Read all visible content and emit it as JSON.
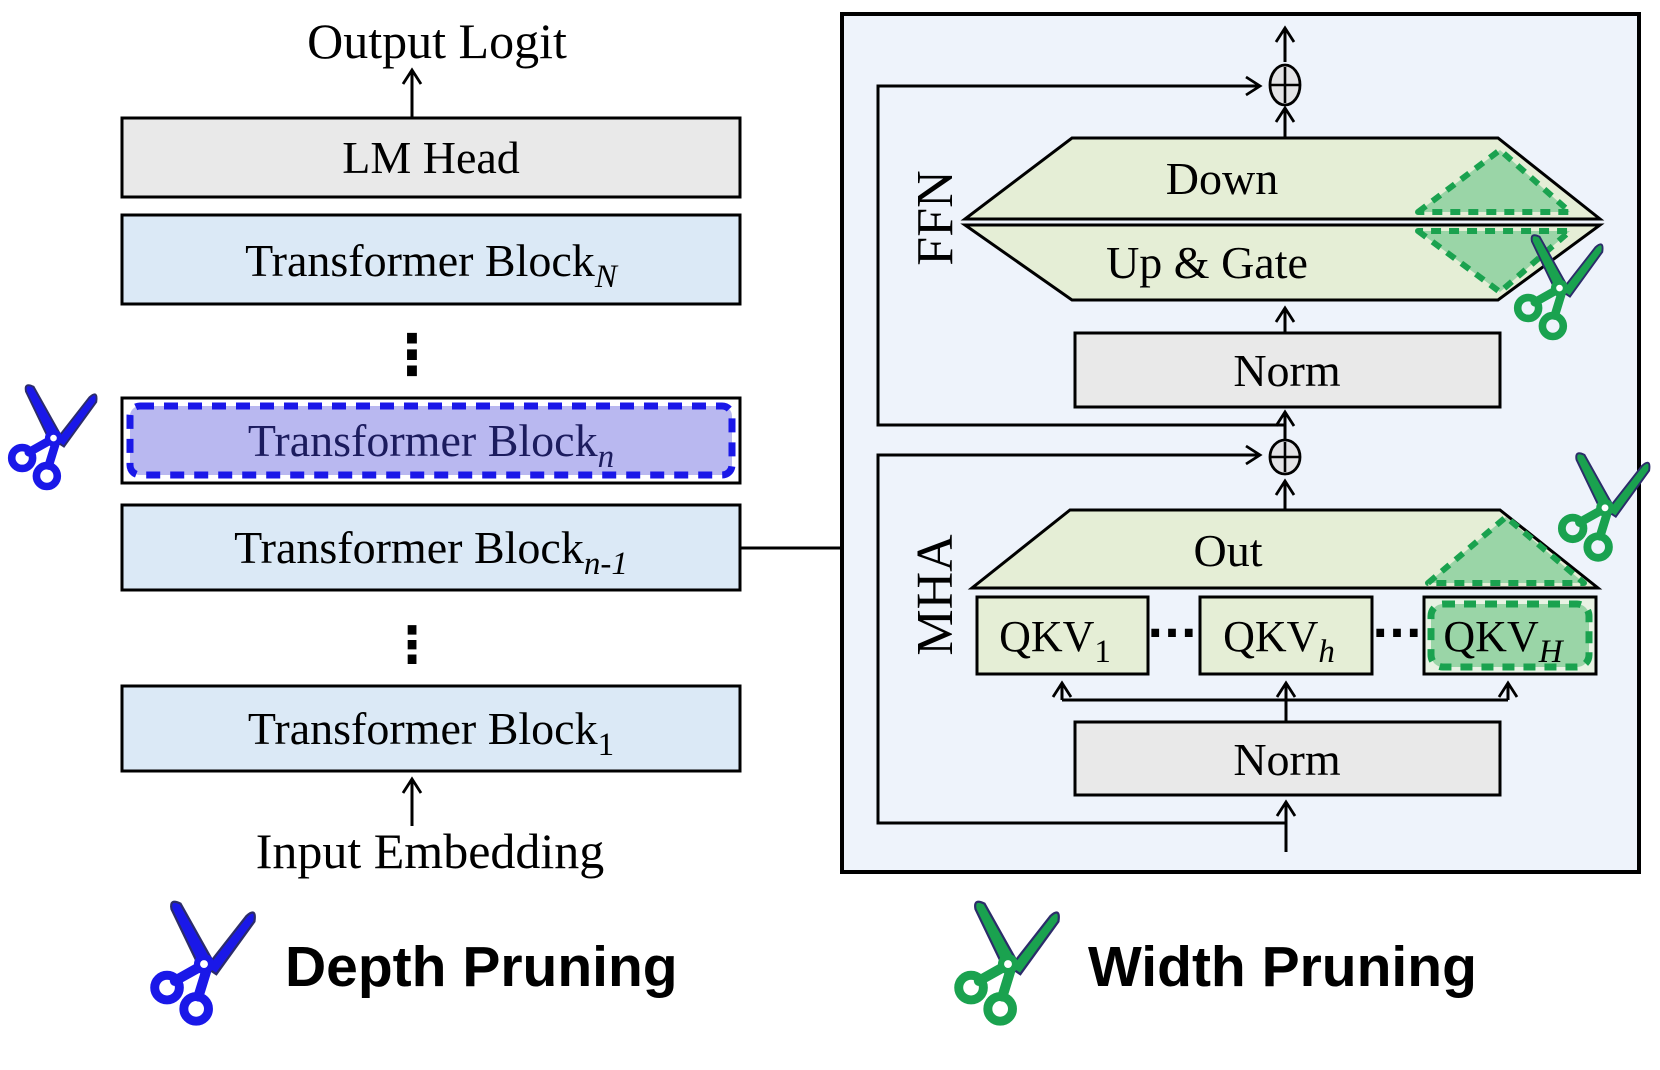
{
  "left": {
    "output_label": "Output Logit",
    "input_label": "Input Embedding",
    "ellipsis_v": "⋮",
    "blocks": [
      {
        "label": "LM Head",
        "sub": ""
      },
      {
        "label": "Transformer Block",
        "sub": "N"
      },
      {
        "label": "Transformer Block",
        "sub": "n"
      },
      {
        "label": "Transformer Block",
        "sub": "n-1"
      },
      {
        "label": "Transformer Block",
        "sub": "1"
      }
    ]
  },
  "panel": {
    "ffn_label": "FFN",
    "mha_label": "MHA",
    "down_label": "Down",
    "up_gate_label": "Up & Gate",
    "norm_ffn_label": "Norm",
    "norm_mha_label": "Norm",
    "out_label": "Out",
    "ellipsis_h": "···",
    "qkv": [
      {
        "main": "QKV",
        "sub": "1"
      },
      {
        "main": "QKV",
        "sub": "h"
      },
      {
        "main": "QKV",
        "sub": "H"
      }
    ]
  },
  "legend": {
    "depth_label": "Depth Pruning",
    "width_label": "Width Pruning"
  },
  "icons": {
    "depth_scissors": "scissors-icon-blue",
    "width_scissors": "scissors-icon-green",
    "residual_add": "circled-plus-icon"
  },
  "colors": {
    "accent_blue": "#1a18e8",
    "accent_green": "#1aa24f",
    "lavender": "#b9b8f0",
    "light_blue": "#dbe9f6",
    "light_green": "#e5eed6",
    "mid_green": "#9ad5a7",
    "box_gray": "#e9e9e9",
    "panel_bg": "#eef3fb",
    "navy_text": "#1c1c5e",
    "scissors_outline": "#2c2c6a"
  }
}
